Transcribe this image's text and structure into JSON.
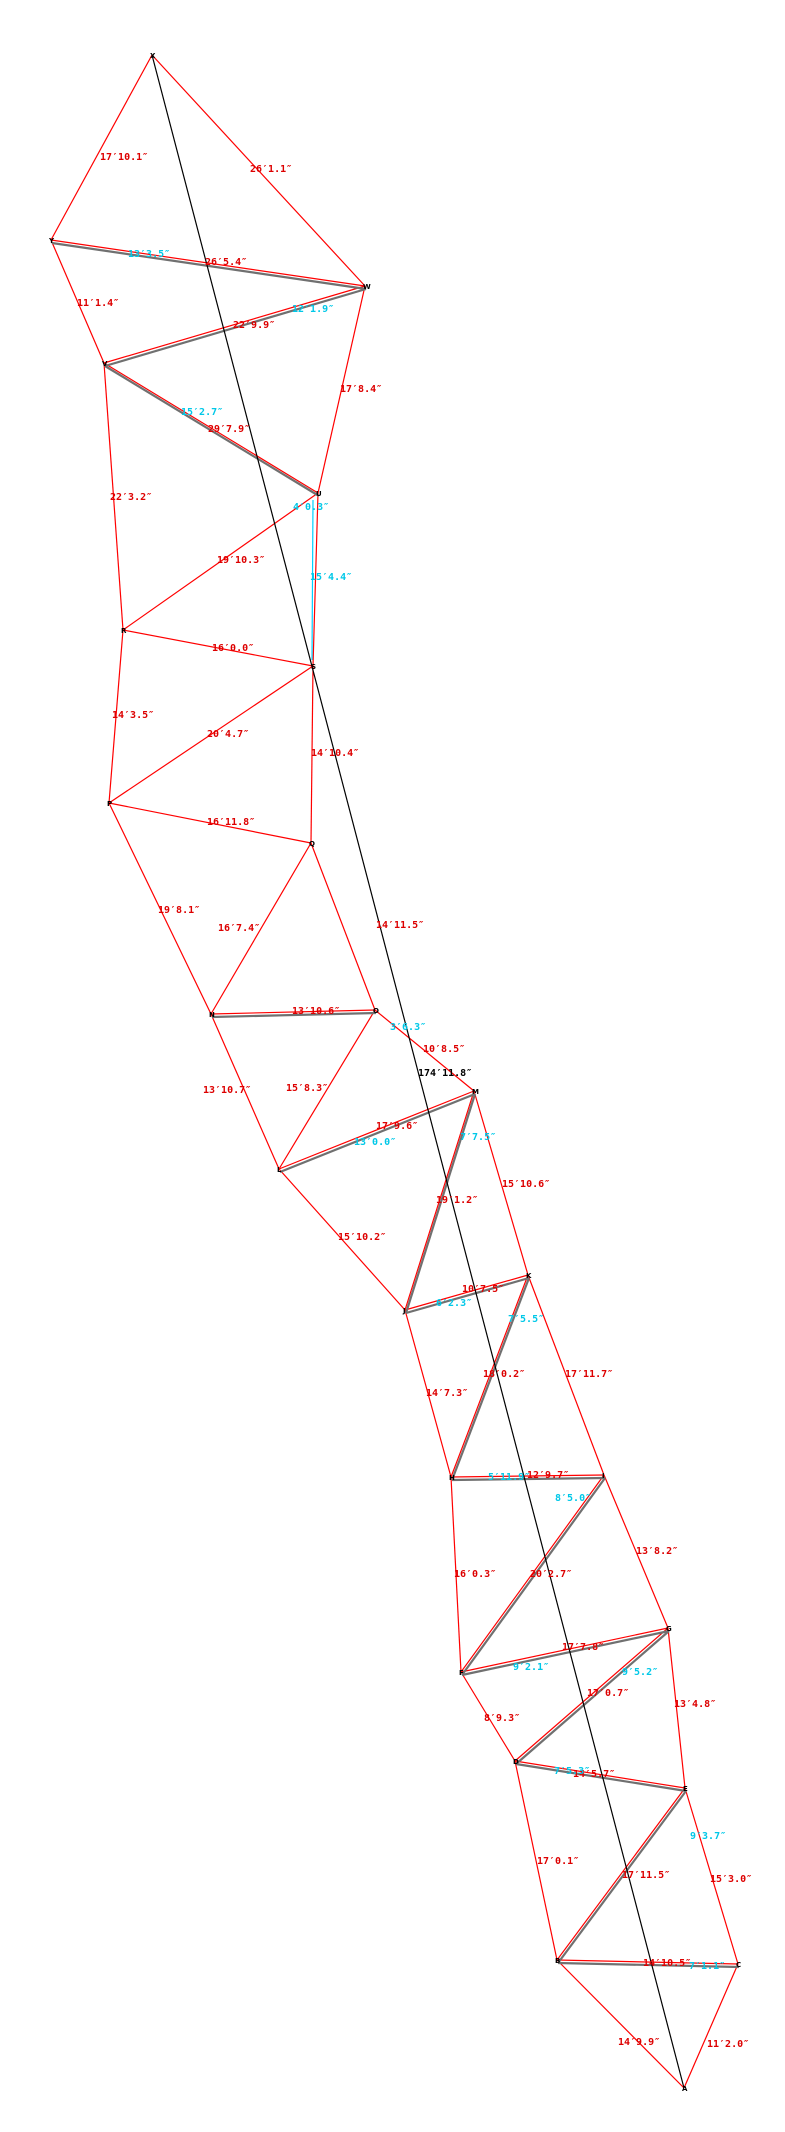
{
  "diagram": {
    "axis_length_label": "174′11.8″",
    "nodes": [
      "A",
      "B",
      "C",
      "D",
      "E",
      "F",
      "G",
      "H",
      "I",
      "J",
      "K",
      "L",
      "M",
      "N",
      "O",
      "P",
      "Q",
      "R",
      "S",
      "T",
      "U",
      "V",
      "W",
      "X",
      "Y"
    ],
    "red_measurements": [
      "17′10.1″",
      "26′1.1″",
      "26′5.4″",
      "11′1.4″",
      "22′9.9″",
      "17′8.4″",
      "29′7.9″",
      "22′3.2″",
      "19′10.3″",
      "16′0.0″",
      "14′3.5″",
      "20′4.7″",
      "14′10.4″",
      "16′11.8″",
      "19′8.1″",
      "16′7.4″",
      "14′11.5″",
      "13′10.6″",
      "13′10.7″",
      "15′8.3″",
      "10′8.5″",
      "17′9.6″",
      "15′10.6″",
      "19′1.2″",
      "15′10.2″",
      "10′7.5″",
      "17′11.7″",
      "18′0.2″",
      "14′7.3″",
      "12′9.7″",
      "13′8.2″",
      "16′0.3″",
      "20′2.7″",
      "17′7.8″",
      "17′0.7″",
      "13′4.8″",
      "8′9.3″",
      "14′5.7″",
      "17′0.1″",
      "17′11.5″",
      "15′3.0″",
      "14′10.5″",
      "14′9.9″",
      "11′2.0″"
    ],
    "cyan_measurements": [
      "13′3.5″",
      "12′1.9″",
      "15′2.7″",
      "4′0.3″",
      "15′4.4″",
      "3′6.3″",
      "13′0.0″",
      "7′7.5″",
      "6′2.3″",
      "7′5.5″",
      "5′11.9″",
      "8′5.0″",
      "9′2.1″",
      "9′5.2″",
      "7′5.3″",
      "9′3.7″",
      "7′1.1″"
    ]
  }
}
